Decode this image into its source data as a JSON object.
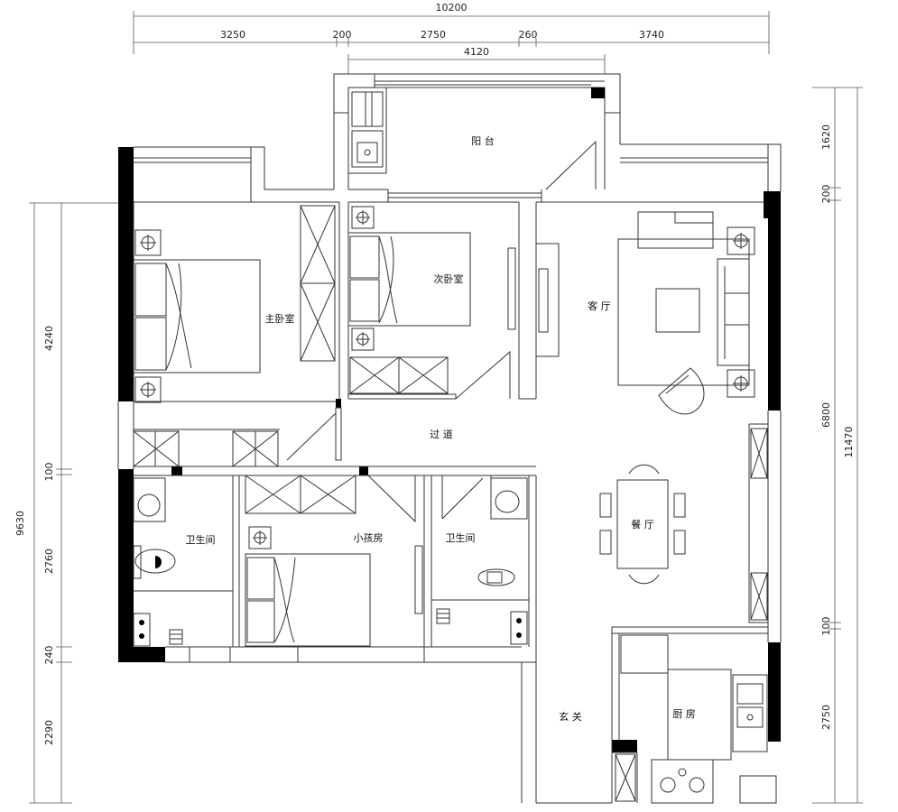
{
  "dimensions": {
    "top_total": "10200",
    "top_segments": [
      "3250",
      "200",
      "2750",
      "260",
      "3740"
    ],
    "top_inner": "4120",
    "left_total": "9630",
    "left_segments": [
      "4240",
      "100",
      "2760",
      "240",
      "2290"
    ],
    "right_total": "11470",
    "right_segments": [
      "1620",
      "200",
      "6800",
      "100",
      "2750"
    ]
  },
  "rooms": {
    "balcony": "阳 台",
    "master_bedroom": "主卧室",
    "second_bedroom": "次卧室",
    "living_room": "客 厅",
    "corridor": "过 道",
    "bathroom_left": "卫生间",
    "kids_room": "小孩房",
    "bathroom_right": "卫生间",
    "dining_room": "餐 厅",
    "entrance": "玄 关",
    "kitchen": "厨 房"
  },
  "colors": {
    "wall": "#000000",
    "line": "#333333",
    "background": "#ffffff"
  }
}
